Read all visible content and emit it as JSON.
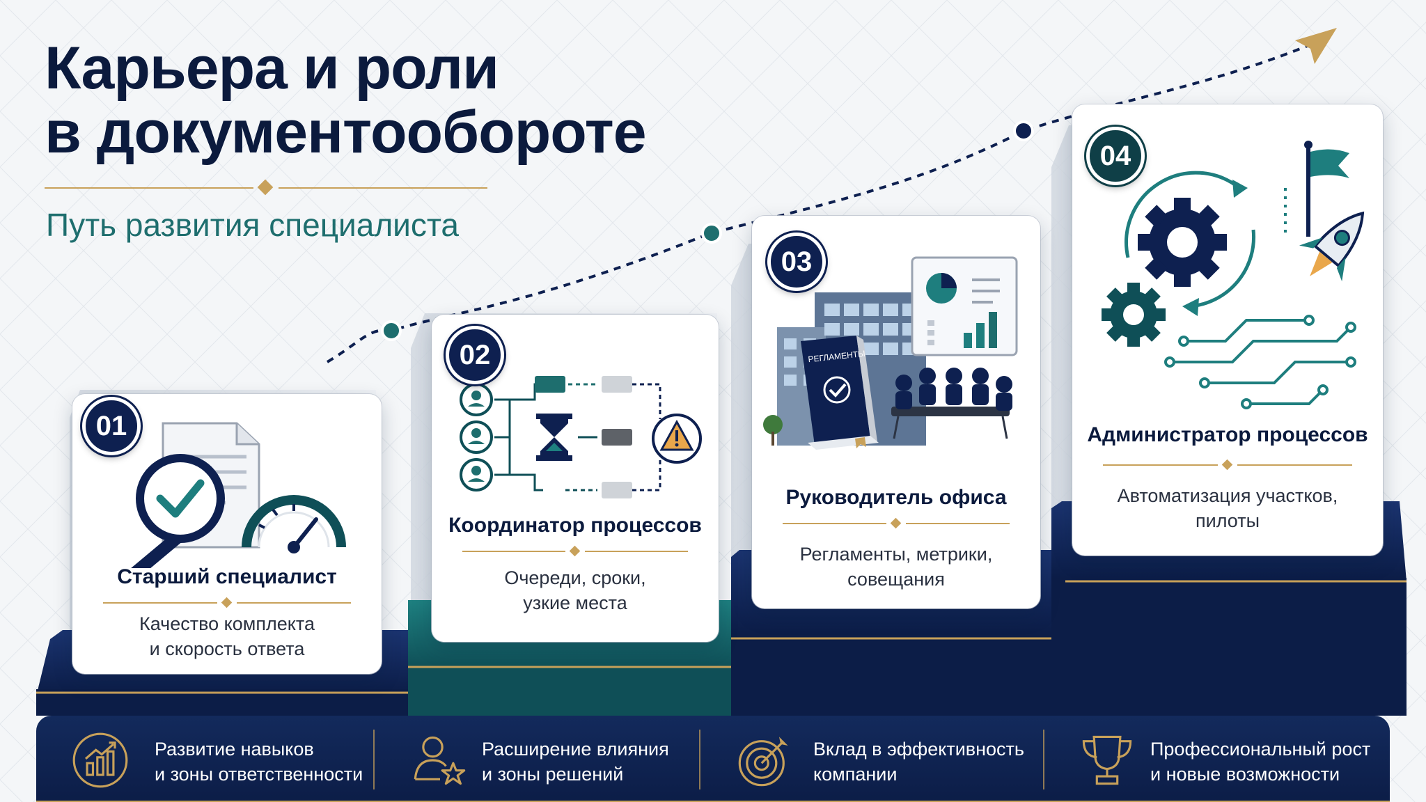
{
  "header": {
    "title_line1": "Карьера и роли",
    "title_line2": "в документообороте",
    "subtitle": "Путь развития специалиста"
  },
  "steps": [
    {
      "number": "01",
      "title": "Старший специалист",
      "desc_line1": "Качество комплекта",
      "desc_line2": "и скорость ответа"
    },
    {
      "number": "02",
      "title": "Координатор процессов",
      "desc_line1": "Очереди, сроки,",
      "desc_line2": "узкие места"
    },
    {
      "number": "03",
      "title": "Руководитель офиса",
      "desc_line1": "Регламенты, метрики,",
      "desc_line2": "совещания",
      "book_label": "РЕГЛАМЕНТЫ"
    },
    {
      "number": "04",
      "title": "Администратор процессов",
      "desc_line1": "Автоматизация участков,",
      "desc_line2": "пилоты"
    }
  ],
  "benefits": [
    {
      "icon": "growth-chart-icon",
      "line1": "Развитие навыков",
      "line2": "и зоны ответственности"
    },
    {
      "icon": "person-star-icon",
      "line1": "Расширение влияния",
      "line2": "и зоны решений"
    },
    {
      "icon": "target-icon",
      "line1": "Вклад в эффективность",
      "line2": "компании"
    },
    {
      "icon": "trophy-icon",
      "line1": "Профессиональный рост",
      "line2": "и новые возможности"
    }
  ],
  "colors": {
    "navy": "#0e2050",
    "teal": "#1e6e6e",
    "gold": "#c8a15a"
  }
}
